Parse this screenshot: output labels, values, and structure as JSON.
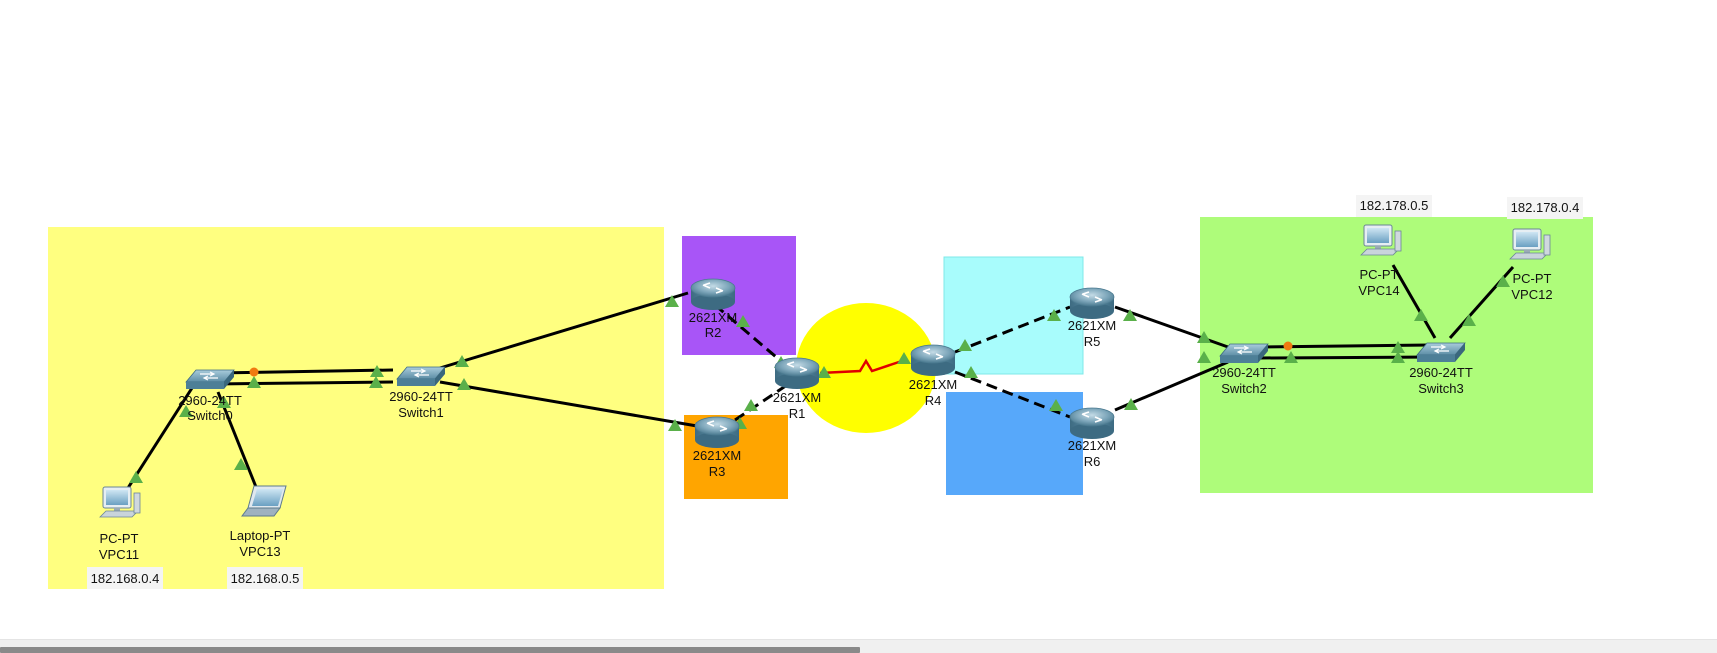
{
  "workspace": {
    "zones": [
      {
        "name": "lan-left-zone",
        "color": "#ffff80"
      },
      {
        "name": "r2-zone",
        "color": "#a855f7"
      },
      {
        "name": "r3-zone",
        "color": "#ffa500"
      },
      {
        "name": "wan-core-zone",
        "color": "#ffff00"
      },
      {
        "name": "r5-zone",
        "color": "#a8fcfc"
      },
      {
        "name": "r6-zone",
        "color": "#57a8fa"
      },
      {
        "name": "lan-right-zone",
        "color": "#aefc7a"
      }
    ],
    "devices": {
      "vpc11": {
        "model": "PC-PT",
        "name": "VPC11",
        "ip": "182.168.0.4",
        "icon": "pc-icon"
      },
      "vpc13": {
        "model": "Laptop-PT",
        "name": "VPC13",
        "ip": "182.168.0.5",
        "icon": "laptop-icon"
      },
      "switch0": {
        "model": "2960-24TT",
        "name": "Switch0",
        "icon": "switch-icon"
      },
      "switch1": {
        "model": "2960-24TT",
        "name": "Switch1",
        "icon": "switch-icon"
      },
      "r1": {
        "model": "2621XM",
        "name": "R1",
        "icon": "router-icon"
      },
      "r2": {
        "model": "2621XM",
        "name": "R2",
        "icon": "router-icon"
      },
      "r3": {
        "model": "2621XM",
        "name": "R3",
        "icon": "router-icon"
      },
      "r4": {
        "model": "2621XM",
        "name": "R4",
        "icon": "router-icon"
      },
      "r5": {
        "model": "2621XM",
        "name": "R5",
        "icon": "router-icon"
      },
      "r6": {
        "model": "2621XM",
        "name": "R6",
        "icon": "router-icon"
      },
      "switch2": {
        "model": "2960-24TT",
        "name": "Switch2",
        "icon": "switch-icon"
      },
      "switch3": {
        "model": "2960-24TT",
        "name": "Switch3",
        "icon": "switch-icon"
      },
      "vpc14": {
        "model": "PC-PT",
        "name": "VPC14",
        "ip": "182.178.0.5",
        "icon": "pc-icon"
      },
      "vpc12": {
        "model": "PC-PT",
        "name": "VPC12",
        "ip": "182.178.0.4",
        "icon": "pc-icon"
      }
    },
    "link_colors": {
      "copper": "#000000",
      "serial": "#e00000",
      "port_up": "#5ab04a",
      "port_blocked": "#f07a10"
    }
  }
}
